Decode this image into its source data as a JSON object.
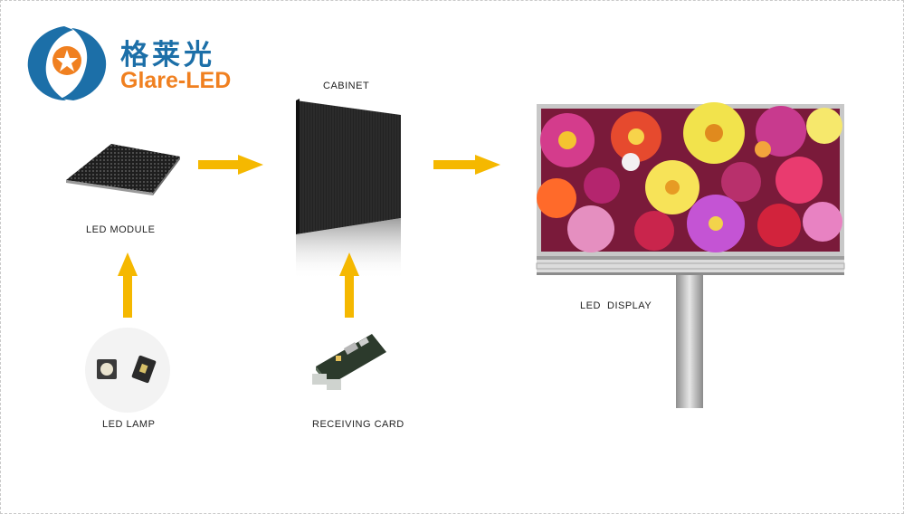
{
  "logo": {
    "chinese_text": "格莱光",
    "english_text": "Glare-LED",
    "brand_blue": "#1c6fa8",
    "brand_orange": "#f08020"
  },
  "labels": {
    "cabinet": "CABINET",
    "led_module": "LED MODULE",
    "led_display": "LED  DISPLAY",
    "led_lamp": "LED LAMP",
    "receiving_card": "RECEIVING CARD"
  },
  "colors": {
    "arrow": "#f5b800",
    "border": "#c9c9c9"
  }
}
